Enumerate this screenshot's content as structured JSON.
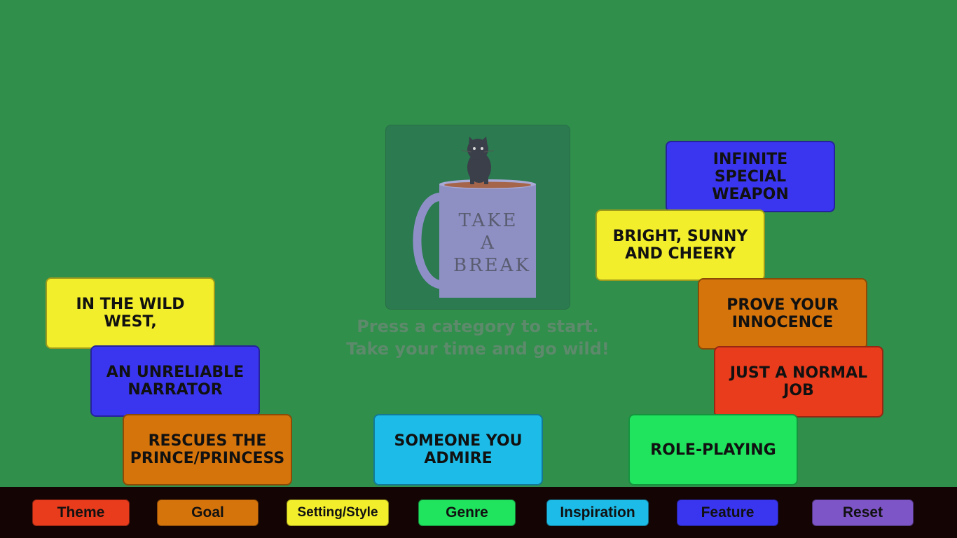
{
  "center": {
    "mug_lines": [
      "TAKE",
      "A",
      "BREAK"
    ],
    "prompt_line1": "Press a category to start.",
    "prompt_line2": "Take your time and go wild!"
  },
  "cards": {
    "left_top": "IN THE WILD WEST,",
    "left_mid": "AN UNRELIABLE NARRATOR",
    "left_bottom": "RESCUES THE PRINCE/PRINCESS",
    "center_bottom": "SOMEONE YOU ADMIRE",
    "right_1": "INFINITE SPECIAL WEAPON",
    "right_2": "BRIGHT, SUNNY AND CHEERY",
    "right_3": "PROVE YOUR INNOCENCE",
    "right_4": "JUST A NORMAL JOB",
    "right_5": "ROLE-PLAYING"
  },
  "buttons": {
    "theme": "Theme",
    "goal": "Goal",
    "setting": "Setting/Style",
    "genre": "Genre",
    "inspiration": "Inspiration",
    "feature": "Feature",
    "reset": "Reset"
  },
  "colors": {
    "background": "#2f8f4b",
    "theme": "#e83c1c",
    "goal": "#d6740c",
    "setting": "#f2ee2c",
    "genre": "#20e35e",
    "inspiration": "#1dbce8",
    "feature": "#3a36f0",
    "reset": "#7e55c6"
  }
}
